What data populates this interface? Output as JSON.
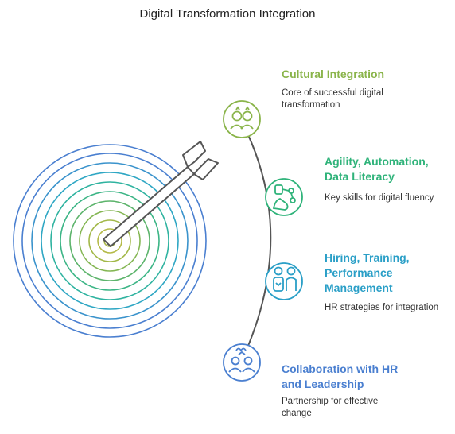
{
  "title": "Digital Transformation Integration",
  "items": [
    {
      "title": "Cultural Integration",
      "description": "Core of successful digital transformation",
      "color": "#8ab44a",
      "icon": "people-heads-icon"
    },
    {
      "title": "Agility, Automation, Data Literacy",
      "description": "Key skills for digital fluency",
      "color": "#2fb37a",
      "icon": "hand-data-nodes-icon"
    },
    {
      "title": "Hiring, Training, Performance Management",
      "description": "HR strategies for integration",
      "color": "#2a9fc7",
      "icon": "hr-team-icon"
    },
    {
      "title": "Collaboration with HR and Leadership",
      "description": "Partnership for effective change",
      "color": "#4a7fd0",
      "icon": "collaboration-icon"
    }
  ]
}
